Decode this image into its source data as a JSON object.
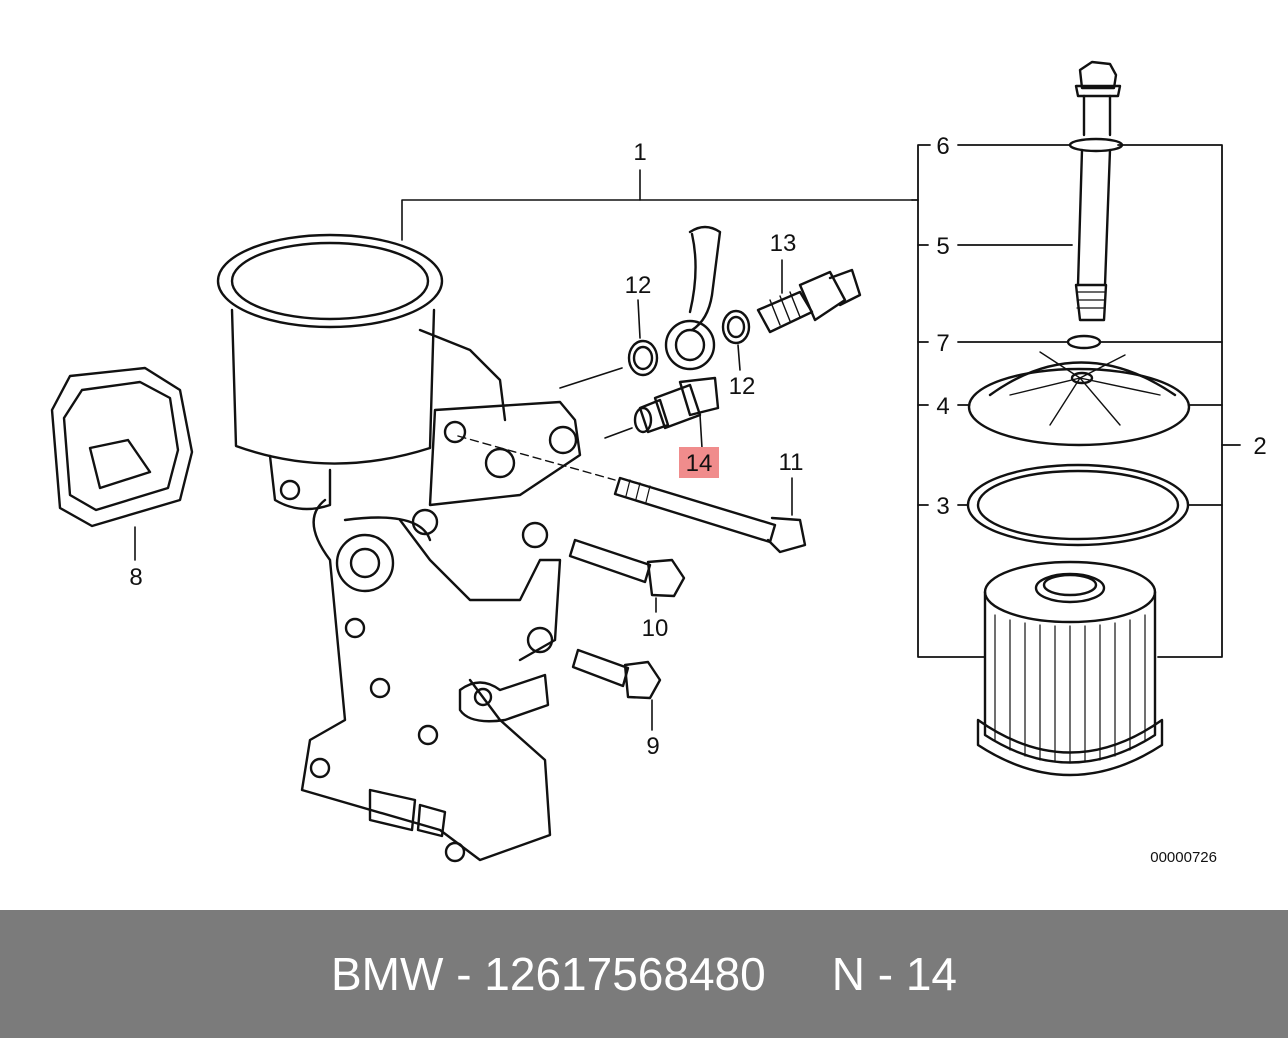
{
  "diagram": {
    "labels": {
      "p1": "1",
      "p2": "2",
      "p3": "3",
      "p4": "4",
      "p5": "5",
      "p6": "6",
      "p7": "7",
      "p8": "8",
      "p9": "9",
      "p10": "10",
      "p11": "11",
      "p12a": "12",
      "p12b": "12",
      "p13": "13",
      "p14": "14"
    },
    "highlight_color": "#f08c8c",
    "reference_number": "00000726"
  },
  "footer": {
    "part_text": "BMW - 12617568480",
    "position_text": "N - 14",
    "background": "#7b7b7b"
  }
}
